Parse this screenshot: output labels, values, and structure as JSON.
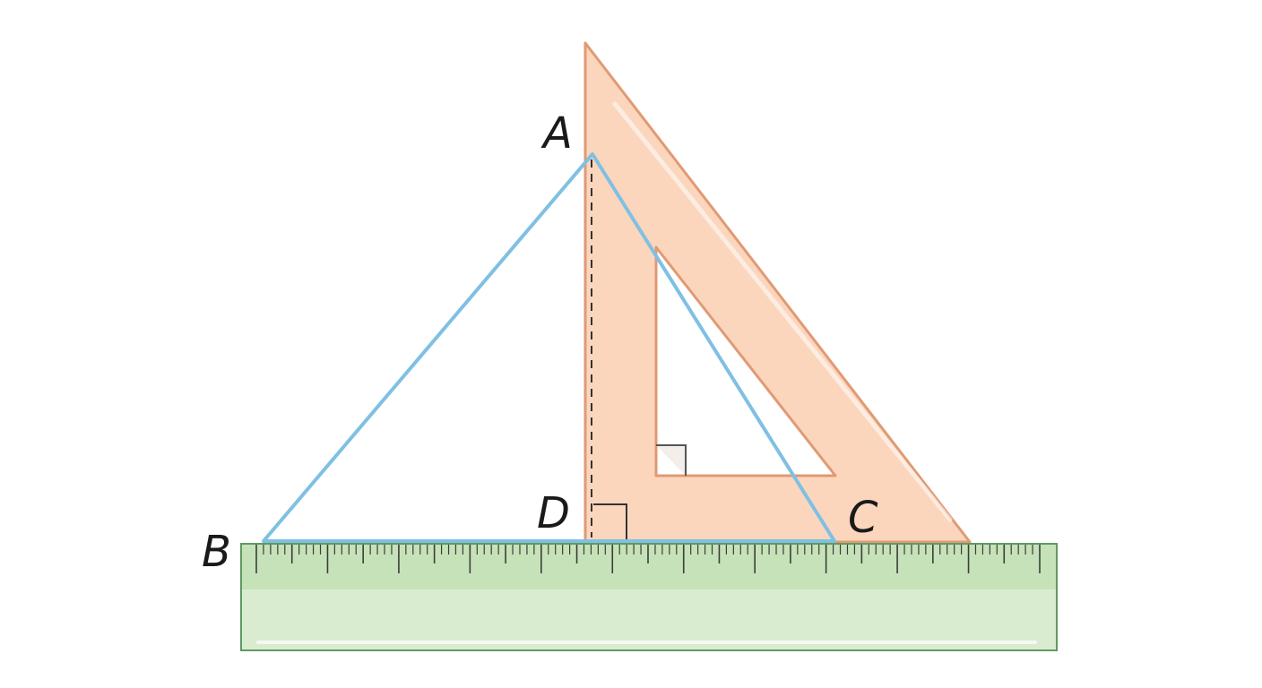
{
  "labels": {
    "A": "A",
    "B": "B",
    "C": "C",
    "D": "D"
  },
  "colors": {
    "triangle_stroke": "#7fc0e3",
    "set_square_fill": "#fbd6bd",
    "set_square_stroke": "#e09a74",
    "ruler_fill": "#d9ecd0",
    "ruler_band": "#c6e2b8",
    "ruler_stroke": "#5f9a62",
    "tick_color": "#3d3d3d",
    "dashed_line": "#333333"
  }
}
